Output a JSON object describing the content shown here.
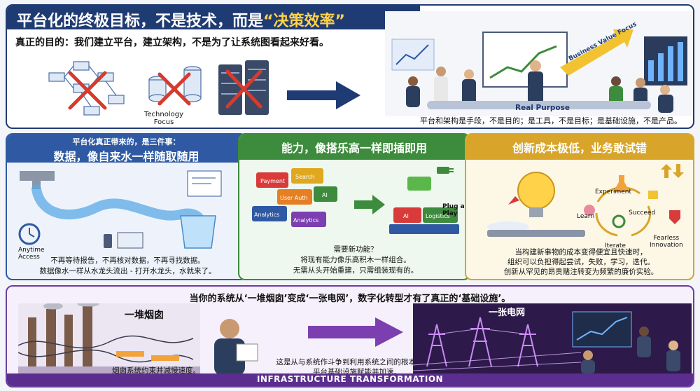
{
  "header": {
    "title_main": "平台化的终极目标，不是技术，而是",
    "title_highlight": "“决策效率”",
    "subtitle": "真正的目的：我们建立平台，建立架构，不是为了让系统图看起来好看。",
    "tech_focus_label": "Technology\nFocus",
    "real_purpose_label": "Real Purpose",
    "business_value_label": "Business Value Focus",
    "caption": "平台和架构是手段，不是目的；是工具，不是目标；是基础设施，不是产品。"
  },
  "data_panel": {
    "head_line1": "平台化真正带来的，是三件事：",
    "head_line2": "数据，像自来水一样随取随用",
    "anytime_label": "Anytime\nAccess",
    "desc_line1": "不再等待报告，不再核对数据，不再寻找数据。",
    "desc_line2": "数据像水一样从水龙头流出 - 打开水龙头，水就来了。"
  },
  "capability_panel": {
    "heading": "能力，像搭乐高一样即插即用",
    "blocks": [
      "Payment",
      "Search",
      "User Auth",
      "AI",
      "Analytics",
      "Analytics",
      "AI",
      "Logistics"
    ],
    "plug_label": "Plug and\nPlay",
    "desc_line1": "需要新功能？",
    "desc_line2": "将现有能力像乐高积木一样组合。",
    "desc_line3": "无需从头开始重建，只需组装现有的。"
  },
  "innovation_panel": {
    "heading": "创新成本极低，业务敢试错",
    "cycle": [
      "Experiment",
      "Succeed",
      "Iterate",
      "Learn"
    ],
    "fearless_label": "Fearless\nInnovation",
    "desc_line1": "当构建新事物的成本变得便宜且快速时，",
    "desc_line2": "组织可以负担得起尝试，失败，学习，迭代。",
    "desc_line3": "创新从罕见的昂贵赌注转变为频繁的廉价实验。"
  },
  "bottom_panel": {
    "heading": "当你的系统从‘一堆烟囱’变成‘一张电网’，数字化转型才有了真正的‘基础设施’。",
    "chimney_label": "一堆烟囱",
    "grid_label": "一张电网",
    "chimney_caption": "烟囱系统约束并减慢速度。",
    "center_line1": "这是从与系统作斗争到利用系统之间的根本区别。",
    "center_line2": "平台基础设施赋能并加速。",
    "footer": "INFRASTRUCTURE TRANSFORMATION"
  },
  "colors": {
    "navy": "#1f3b73",
    "highlight": "#ffd24a",
    "blue": "#2f5aa3",
    "green": "#3d8b3d",
    "gold": "#d8a52a",
    "purple": "#6a3fa0"
  }
}
